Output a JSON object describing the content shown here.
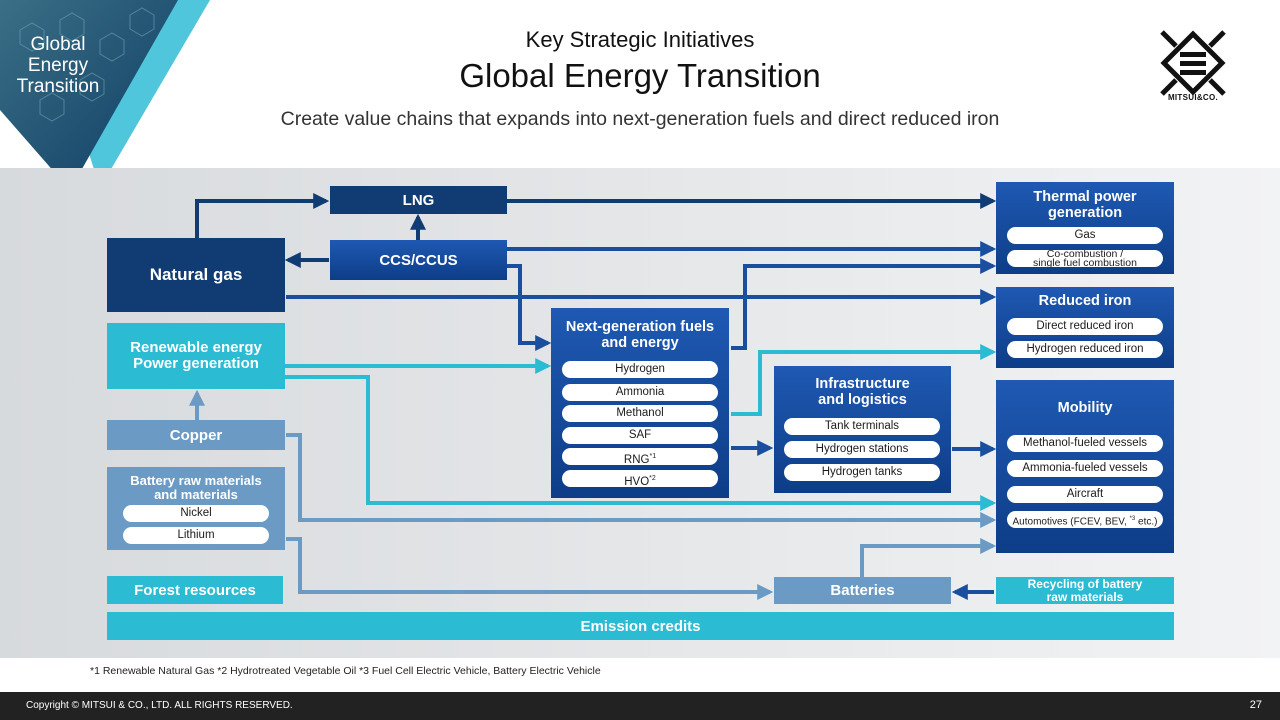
{
  "corner": {
    "label": "Global\nEnergy\nTransition"
  },
  "header": {
    "kicker": "Key Strategic Initiatives",
    "title": "Global Energy Transition",
    "subtitle": "Create value chains that expands into next-generation fuels and direct reduced iron"
  },
  "logo": {
    "text": "MITSUI&CO."
  },
  "nodes": {
    "lng": "LNG",
    "ccs": "CCS/CCUS",
    "natural_gas": "Natural gas",
    "renewable": "Renewable energy\nPower generation",
    "copper": "Copper",
    "battery_raw": {
      "title": "Battery raw materials\nand materials",
      "items": [
        "Nickel",
        "Lithium"
      ]
    },
    "forest": "Forest resources",
    "emission": "Emission credits",
    "next_gen": {
      "title": "Next-generation fuels\nand energy",
      "items": [
        "Hydrogen",
        "Ammonia",
        "Methanol",
        "SAF",
        "RNG",
        "HVO"
      ],
      "sup": [
        "",
        "",
        "",
        "",
        "*1",
        "*2"
      ]
    },
    "infra": {
      "title": "Infrastructure\nand logistics",
      "items": [
        "Tank terminals",
        "Hydrogen stations",
        "Hydrogen tanks"
      ]
    },
    "thermal": {
      "title": "Thermal power\ngeneration",
      "items": [
        "Gas",
        "Co-combustion /\nsingle fuel combustion"
      ]
    },
    "reduced_iron": {
      "title": "Reduced iron",
      "items": [
        "Direct reduced iron",
        "Hydrogen reduced iron"
      ]
    },
    "mobility": {
      "title": "Mobility",
      "items": [
        "Methanol-fueled vessels",
        "Ammonia-fueled vessels",
        "Aircraft"
      ],
      "automotive": "Automotives (FCEV, BEV, ",
      "automotive_sup": "*3",
      "automotive_end": " etc.)"
    },
    "batteries": "Batteries",
    "recycling": "Recycling of battery\nraw materials"
  },
  "footnote": "*1 Renewable Natural Gas  *2 Hydrotreated Vegetable Oil *3 Fuel Cell Electric Vehicle, Battery Electric Vehicle",
  "footer": {
    "copyright": "Copyright © MITSUI & CO., LTD. ALL RIGHTS RESERVED.",
    "page": "27"
  },
  "colors": {
    "navy": "#103b73",
    "blue": "#1a4fa0",
    "teal": "#2bbbd3",
    "steel": "#6b9ac5"
  }
}
